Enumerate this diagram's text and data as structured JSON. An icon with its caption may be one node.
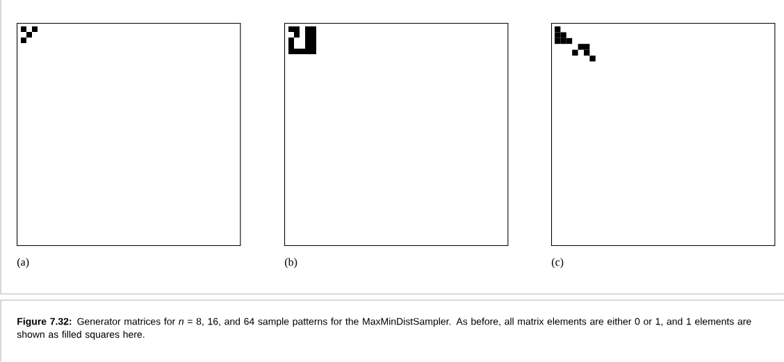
{
  "diagram": {
    "nodes": [
      {
        "text": [],
        "shape": "box",
        "beside": [
          "(a)"
        ]
      },
      {
        "text": [],
        "shape": "box",
        "beside": [
          "(b)"
        ]
      },
      {
        "text": [],
        "shape": "box",
        "beside": [
          "(c)"
        ]
      }
    ],
    "caption": "**Figure 7.32:** Generator matrices for *n* = 8, 16, and 64 sample patterns for the MaxMinDistSampler. As before, all matrix elements are either 0 or 1, and 1 elements are shown as filled squares here."
  }
}
